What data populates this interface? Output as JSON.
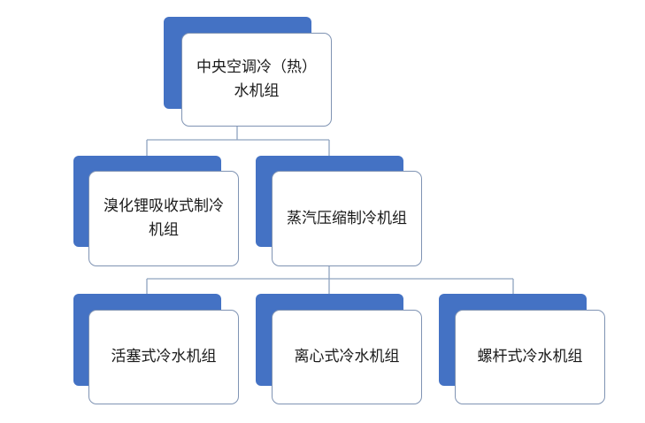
{
  "colors": {
    "accent": "#4472c4",
    "card_border": "#7f93b3",
    "connector": "#8fa3bf",
    "text": "#1a1a1a"
  },
  "diagram": {
    "root": {
      "label": "中央空调冷（热）\n水机组"
    },
    "level1": [
      {
        "label": "溴化锂吸收式制冷\n机组"
      },
      {
        "label": "蒸汽压缩制冷机组"
      }
    ],
    "level2": [
      {
        "label": "活塞式冷水机组"
      },
      {
        "label": "离心式冷水机组"
      },
      {
        "label": "螺杆式冷水机组"
      }
    ]
  }
}
